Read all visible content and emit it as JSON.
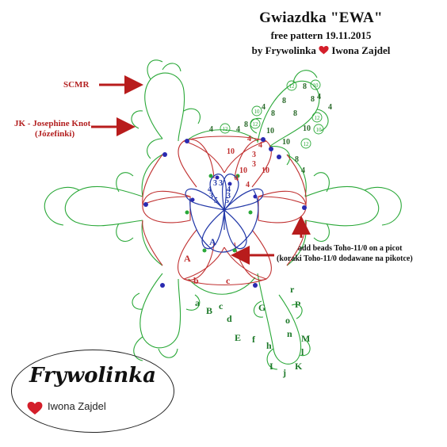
{
  "header": {
    "title": "Gwiazdka \"EWA\"",
    "subtitle": "free pattern 19.11.2015",
    "byline_prefix": "by Frywolinka",
    "byline_suffix": "Iwona Zajdel"
  },
  "callouts": {
    "scmr": "SCMR",
    "jk_line1": "JK - Josephine Knot",
    "jk_line2": "(Józefinki)",
    "beads_line1": "add  beads Toho-11/0 on a picot",
    "beads_line2": "(koraki Toho-11/0 dodawane na pikotce)"
  },
  "colors": {
    "green": "#2aa838",
    "red": "#c03030",
    "blue": "#2238a8",
    "bead": "#2a2ab0",
    "arrow": "#b81c1c"
  },
  "logo": {
    "name": "Frywolinka",
    "sub": "Iwona Zajdel",
    "icon": "heart-icon"
  }
}
